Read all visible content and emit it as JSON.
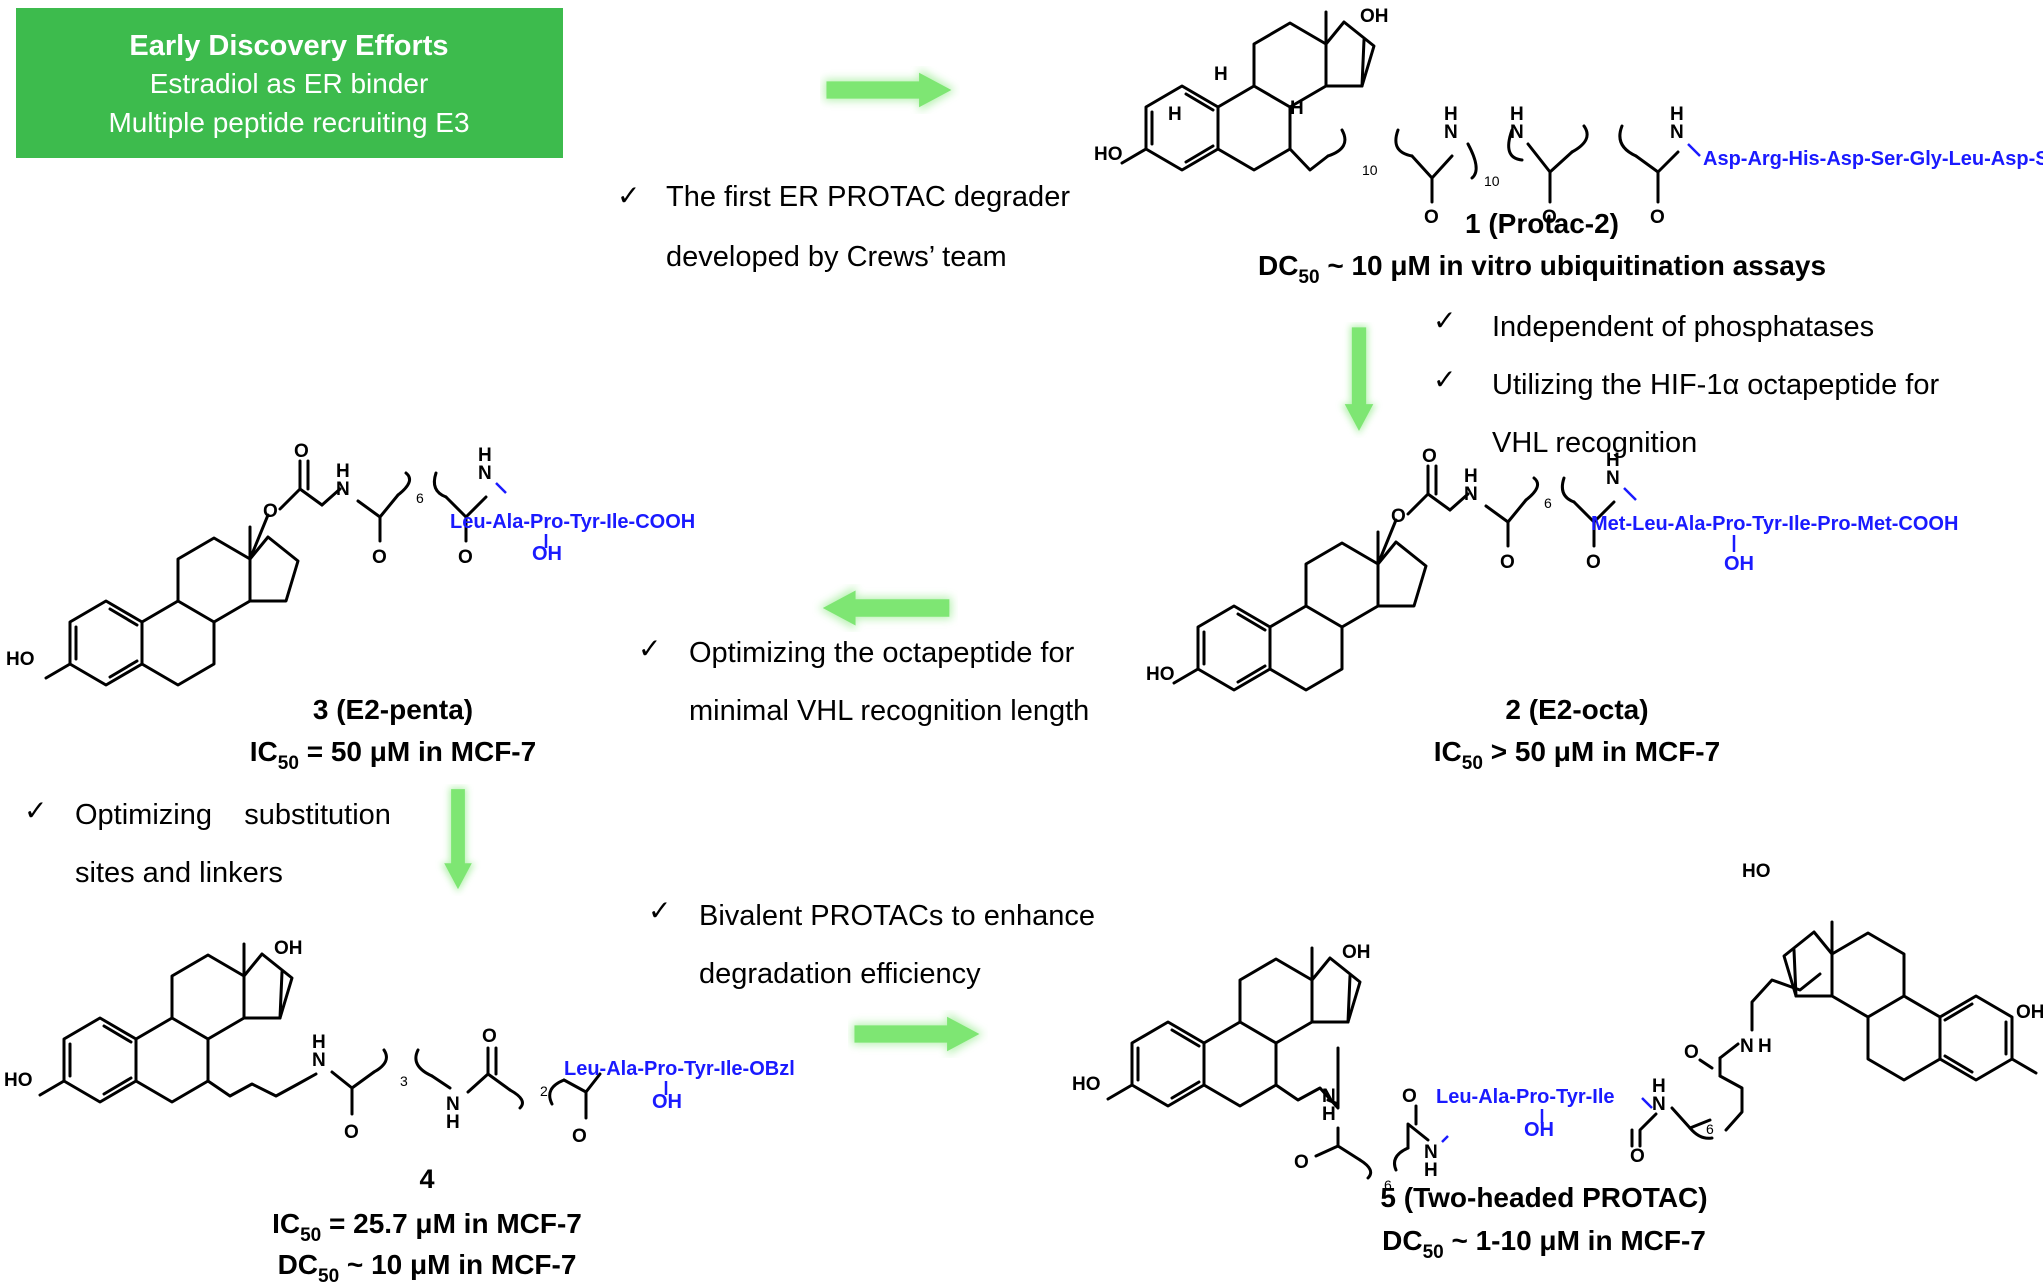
{
  "header_box": {
    "title": "Early Discovery Efforts",
    "line1": "Estradiol as ER binder",
    "line2": "Multiple peptide recruiting E3",
    "color": "#3dbb4d"
  },
  "check_mark": "✓",
  "arrow_color": "#7ee673",
  "notes": {
    "n1": [
      "The first ER PROTAC degrader",
      "developed by Crews’ team"
    ],
    "n2": [
      "Independent of phosphatases"
    ],
    "n3": [
      "Utilizing the HIF-1α octapeptide for",
      "VHL recognition"
    ],
    "n4": [
      "Optimizing the octapeptide for",
      "minimal VHL recognition length"
    ],
    "n5": [
      "Optimizing    substitution",
      "sites and linkers"
    ],
    "n6": [
      "Bivalent PROTACs to enhance",
      "degradation efficiency"
    ]
  },
  "compounds": {
    "c1": {
      "name": "1 (Protac-2)",
      "metric_prefix": "DC",
      "metric_sub": "50",
      "metric_rest": " ~ 10 μM in vitro ubiquitination assays",
      "peptide": "Asp-Arg-His-Asp-Ser-Gly-Leu-Asp-Ser-Met"
    },
    "c2": {
      "name": "2 (E2-octa)",
      "metric_prefix": "IC",
      "metric_sub": "50",
      "metric_rest": " > 50 μM in MCF-7",
      "peptide": "Met-Leu-Ala-Pro-Tyr-Ile-Pro-Met-COOH"
    },
    "c3": {
      "name": "3 (E2-penta)",
      "metric_prefix": "IC",
      "metric_sub": "50",
      "metric_rest": " = 50 μM in MCF-7",
      "peptide": "Leu-Ala-Pro-Tyr-Ile-COOH"
    },
    "c4": {
      "name": "4",
      "metric_prefix": "IC",
      "metric_sub": "50",
      "metric_rest": " = 25.7 μM in MCF-7",
      "metric2_prefix": "DC",
      "metric2_sub": "50",
      "metric2_rest": " ~ 10 μM in MCF-7",
      "peptide": "Leu-Ala-Pro-Tyr-Ile-OBzl"
    },
    "c5": {
      "name": "5 (Two-headed PROTAC)",
      "metric_prefix": "DC",
      "metric_sub": "50",
      "metric_rest": " ~ 1-10 μM in MCF-7",
      "peptide": "Leu-Ala-Pro-Tyr-Ile"
    }
  },
  "atoms": {
    "HO": "HO",
    "OH": "OH",
    "O": "O",
    "N": "N",
    "H": "H",
    "n10": "10",
    "n6": "6",
    "n3": "3",
    "n2": "2"
  }
}
